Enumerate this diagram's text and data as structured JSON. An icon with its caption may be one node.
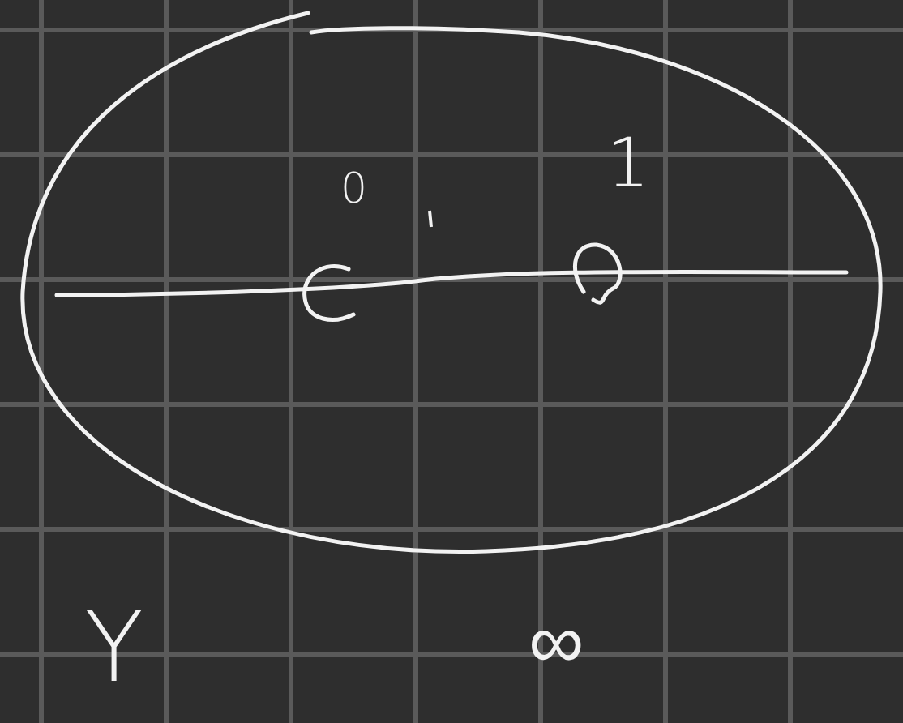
{
  "diagram": {
    "labels": [
      "0",
      "1",
      "Y",
      "∞"
    ]
  }
}
